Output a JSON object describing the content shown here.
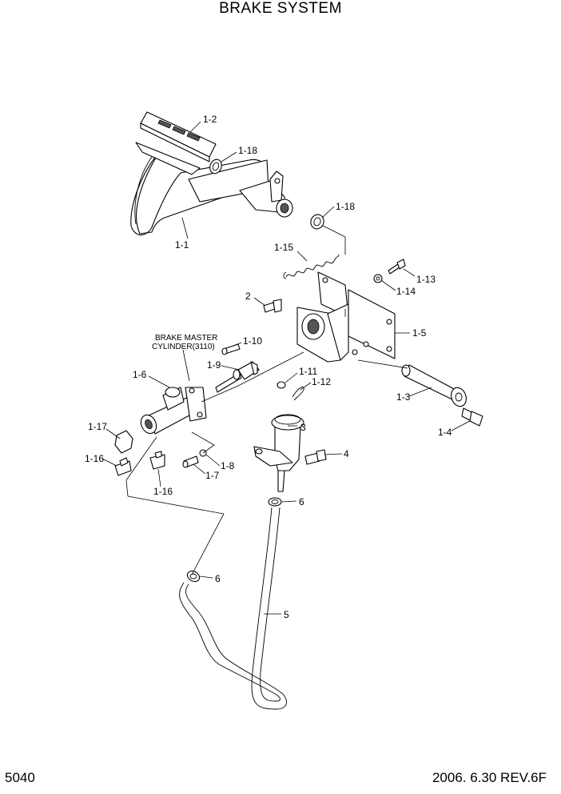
{
  "title": "BRAKE SYSTEM",
  "page_number": "5040",
  "revision": "2006. 6.30 REV.6F",
  "assembly_note": [
    "BRAKE MASTER",
    "CYLINDER(3110)"
  ],
  "callouts": {
    "c_1_2": "1-2",
    "c_1_18a": "1-18",
    "c_1_18b": "1-18",
    "c_1_1": "1-1",
    "c_1_15": "1-15",
    "c_1_13": "1-13",
    "c_1_14": "1-14",
    "c_2": "2",
    "c_1_5": "1-5",
    "c_1_10": "1-10",
    "c_1_9": "1-9",
    "c_1_11": "1-11",
    "c_1_12": "1-12",
    "c_1_6": "1-6",
    "c_1_3": "1-3",
    "c_1_17": "1-17",
    "c_3": "3",
    "c_1_4": "1-4",
    "c_4": "4",
    "c_1_16a": "1-16",
    "c_1_16b": "1-16",
    "c_1_7": "1-7",
    "c_1_8": "1-8",
    "c_6a": "6",
    "c_6b": "6",
    "c_5": "5"
  }
}
